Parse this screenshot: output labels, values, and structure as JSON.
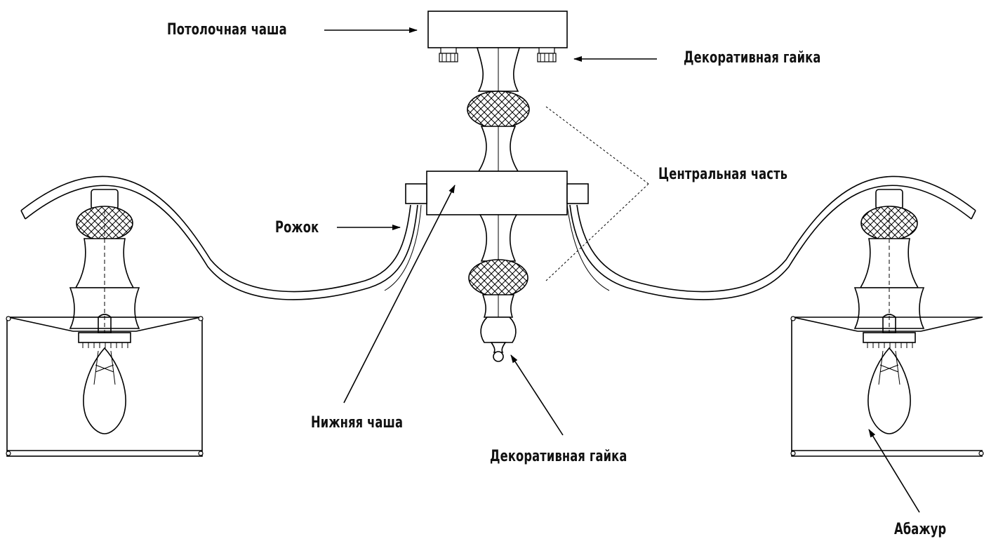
{
  "labels": {
    "ceiling_cup": "Потолочная чаша",
    "decorative_nut_top": "Декоративная гайка",
    "central_part": "Центральная часть",
    "arm": "Рожок",
    "lower_cup": "Нижняя чаша",
    "decorative_nut_bottom": "Декоративная гайка",
    "lampshade": "Абажур"
  },
  "colors": {
    "line": "#000000",
    "background": "#ffffff",
    "text": "#111111"
  }
}
